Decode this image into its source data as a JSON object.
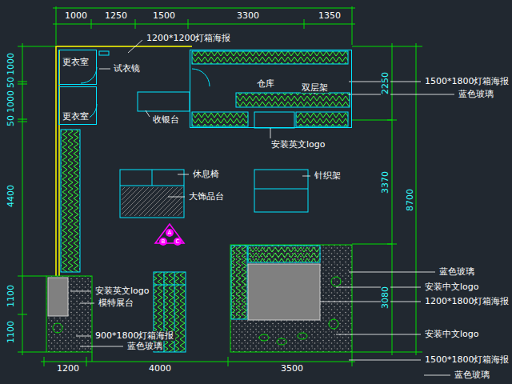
{
  "diagram": {
    "nodes": [
      {
        "text": [
          "更衣室"
        ]
      },
      {
        "text": [
          "仓库"
        ]
      },
      {
        "text": [
          "更衣室"
        ]
      }
    ],
    "labels": [
      "1000",
      "1250",
      "1500",
      "3300",
      "1350",
      "1200*1200灯箱海报",
      "试衣镜",
      "双层架",
      "1500*1800灯箱海报",
      "蓝色玻璃",
      "收银台",
      "安装英文logo",
      "休息椅",
      "针织架",
      "大饰品台",
      "A",
      "B",
      "C",
      "蓝色玻璃",
      "安装中文logo",
      "安装英文logo",
      "模特展台",
      "1200*1800灯箱海报",
      "900*1800灯箱海报",
      "安装中文logo",
      "蓝色玻璃",
      "1500*1800灯箱海报",
      "1200",
      "4000",
      "3500",
      "蓝色玻璃",
      "1000",
      "50",
      "1000",
      "50",
      "4400",
      "1100",
      "1100",
      "2250",
      "3370",
      "8700",
      "3080"
    ]
  }
}
